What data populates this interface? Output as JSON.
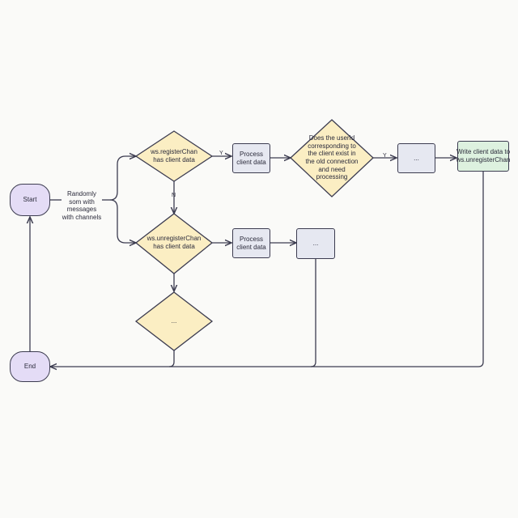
{
  "nodes": {
    "start": "Start",
    "end": "End",
    "random": "Randomly som with messages with channels",
    "register_decision": "ws.registerChan has client data",
    "unregister_decision": "ws.unregisterChan has client data",
    "process_register": "Process client data",
    "process_unregister": "Process client data",
    "userid_decision": "Does the userId corresponding to the client exist in the old connection and need processing",
    "register_continue": "...",
    "unregister_continue": "...",
    "default_decision": "...",
    "write_client": "Write client data to ws.unregisterChan"
  },
  "edges": {
    "register_yes": "Y",
    "register_no": "N",
    "userid_yes": "Y"
  },
  "colors": {
    "terminal": "#e4dcf6",
    "decision": "#fbeec3",
    "process": "#e6e8f1",
    "write": "#ddf1df",
    "stroke": "#3c3c50"
  }
}
